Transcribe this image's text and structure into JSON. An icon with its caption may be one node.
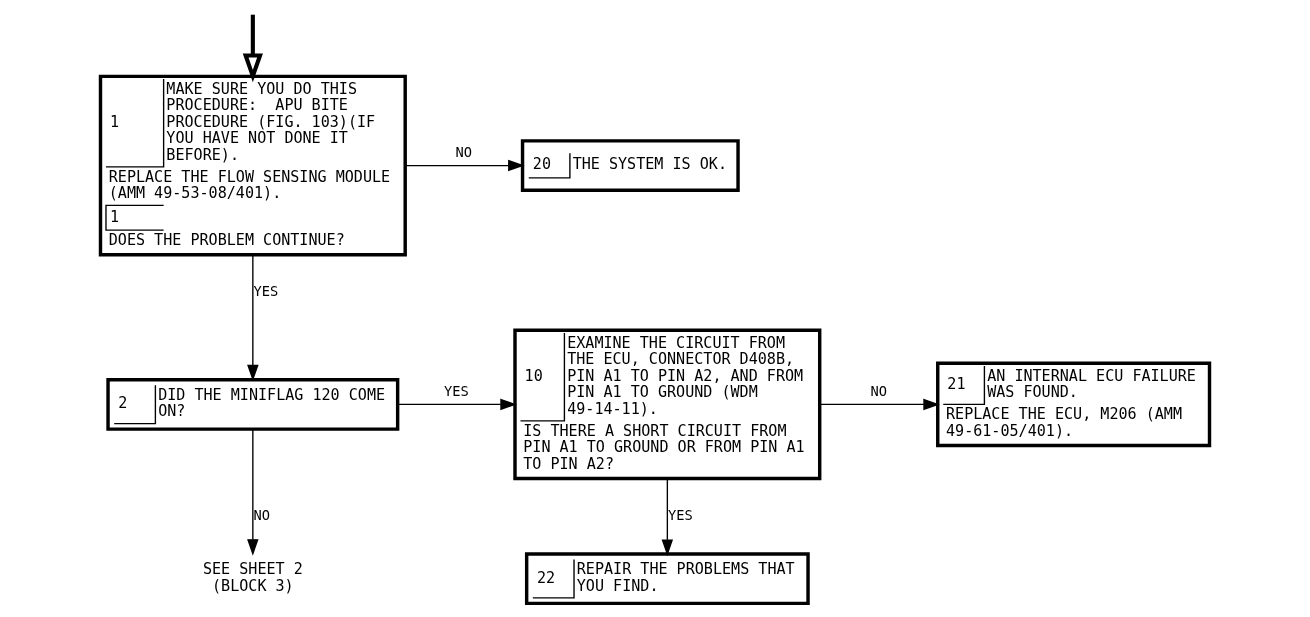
{
  "diagram": {
    "nodes": [
      {
        "text": [
          "1",
          "MAKE SURE YOU DO THIS PROCEDURE:  APU BITE PROCEDURE (FIG. 103)(IF YOU HAVE NOT DONE IT BEFORE).",
          "REPLACE THE FLOW SENSING MODULE (AMM 49-53-08/401).",
          "1",
          "DOES THE PROBLEM CONTINUE?"
        ]
      },
      {
        "text": [
          "20",
          "THE SYSTEM IS OK."
        ]
      },
      {
        "text": [
          "2",
          "DID THE MINIFLAG 120 COME ON?"
        ]
      },
      {
        "text": [
          "10",
          "EXAMINE THE CIRCUIT FROM THE ECU, CONNECTOR D408B, PIN A1 TO PIN A2, AND FROM PIN A1 TO GROUND (WDM 49-14-11).",
          "IS THERE A SHORT CIRCUIT FROM PIN A1 TO GROUND OR FROM PIN A1 TO PIN A2?"
        ]
      },
      {
        "text": [
          "21",
          "AN INTERNAL ECU FAILURE WAS FOUND.",
          "REPLACE THE ECU, M206 (AMM 49-61-05/401)."
        ]
      },
      {
        "text": [
          "SEE SHEET 2 (BLOCK 3)"
        ]
      },
      {
        "text": [
          "22",
          "REPAIR THE PROBLEMS THAT YOU FIND."
        ]
      }
    ],
    "edges": [
      {
        "from": null,
        "to": 0,
        "arrow": "to",
        "style": "thick"
      },
      {
        "from": 0,
        "to": 1,
        "arrow": "to",
        "label": "NO"
      },
      {
        "from": 0,
        "to": 2,
        "arrow": "to",
        "label": "YES"
      },
      {
        "from": 2,
        "to": 3,
        "arrow": "to",
        "label": "YES"
      },
      {
        "from": 2,
        "to": 5,
        "arrow": "to",
        "label": "NO"
      },
      {
        "from": 3,
        "to": 4,
        "arrow": "to",
        "label": "NO"
      },
      {
        "from": 3,
        "to": 6,
        "arrow": "to",
        "label": "YES"
      }
    ]
  }
}
